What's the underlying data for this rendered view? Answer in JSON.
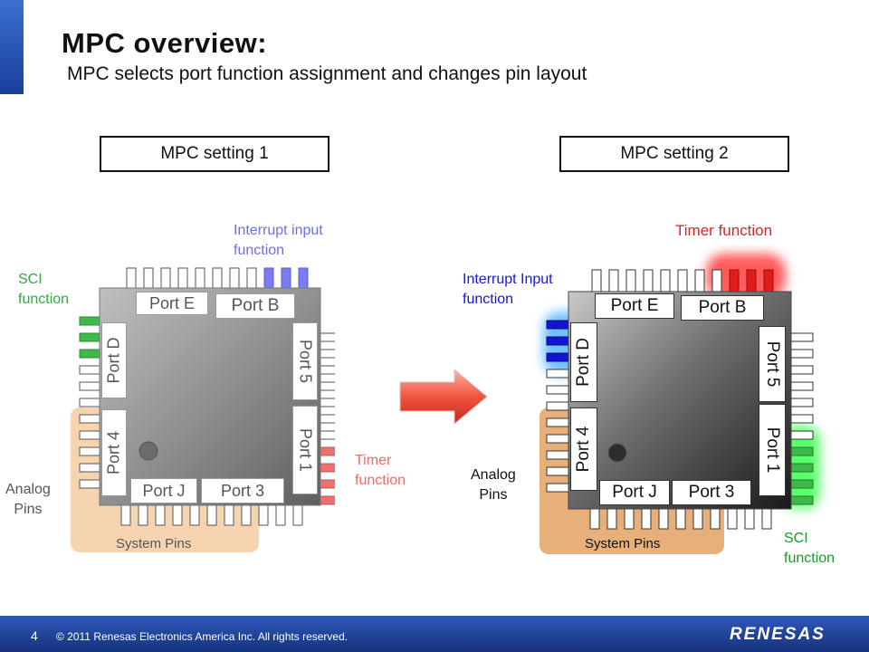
{
  "title": "MPC overview:",
  "subtitle": "MPC selects port function assignment and changes pin layout",
  "settings": {
    "left": "MPC setting 1",
    "right": "MPC setting 2"
  },
  "left_chip": {
    "interrupt_label": "Interrupt input\nfunction",
    "sci_label": "SCI\nfunction",
    "timer_label": "Timer\nfunction",
    "analog_label": "Analog\nPins",
    "system_label": "System Pins",
    "ports": {
      "e": "Port E",
      "b": "Port B",
      "d": "Port D",
      "five": "Port 5",
      "four": "Port 4",
      "one": "Port 1",
      "j": "Port J",
      "three": "Port 3"
    }
  },
  "right_chip": {
    "interrupt_label": "Interrupt Input\nfunction",
    "timer_label": "Timer function",
    "sci_label": "SCI\nfunction",
    "analog_label": "Analog\nPins",
    "system_label": "System Pins",
    "ports": {
      "e": "Port E",
      "b": "Port B",
      "d": "Port D",
      "five": "Port 5",
      "four": "Port 4",
      "one": "Port 1",
      "j": "Port J",
      "three": "Port 3"
    }
  },
  "footer": {
    "page": "4",
    "copyright": "© 2011 Renesas Electronics America Inc. All rights reserved.",
    "logo": "RENESAS"
  },
  "colors": {
    "interrupt_left": "#7c7cf2",
    "interrupt_right": "#1414d0",
    "sci": "#3fba4a",
    "timer_left": "#f07070",
    "timer_right": "#e11a1a",
    "analog_bg": "#f6d2ad",
    "footer": "#1f44a0"
  }
}
